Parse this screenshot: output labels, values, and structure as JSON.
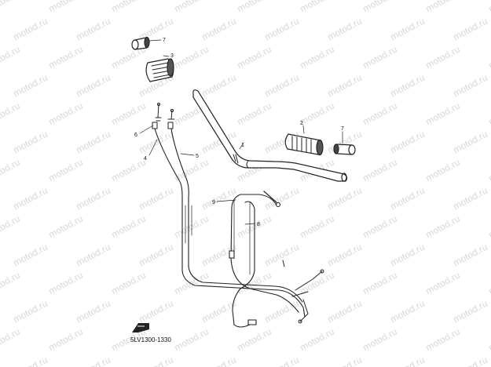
{
  "watermark": {
    "text": "motod.ru"
  },
  "diagram_code": "5LV1300-1330",
  "callouts": {
    "grip_end_left": "7",
    "grip_left": "3",
    "handlebar": "1",
    "grip_right": "2",
    "grip_end_right": "7",
    "cable_adjuster": "6",
    "throttle_cable_1": "4",
    "throttle_cable_2": "5",
    "clutch_cable": "9",
    "brake_cable": "8"
  },
  "icons": {
    "front_arrow": "front-direction-arrow-icon"
  }
}
